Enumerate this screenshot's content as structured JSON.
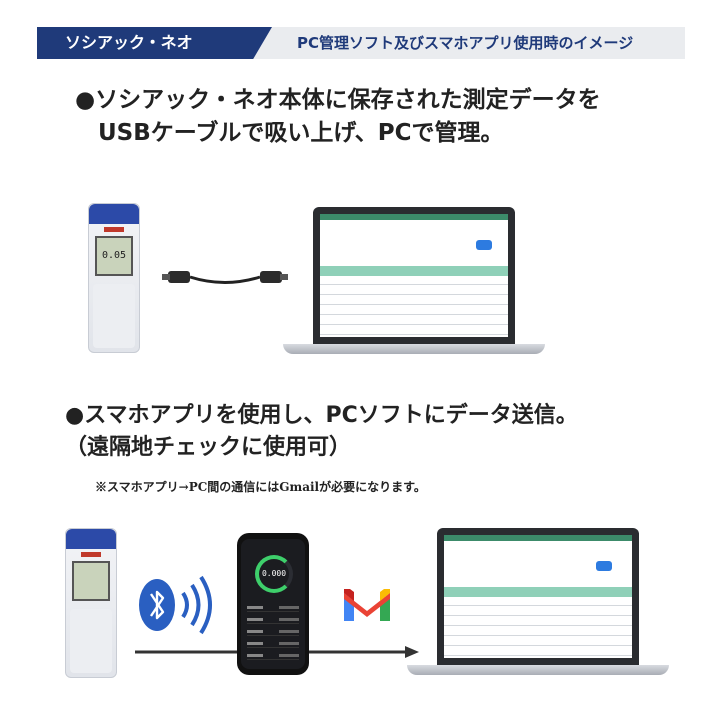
{
  "header": {
    "tag": "ソシアック・ネオ",
    "subtitle": "PC管理ソフト及びスマホアプリ使用時のイメージ"
  },
  "section1": {
    "line1": "●ソシアック・ネオ本体に保存された測定データを",
    "line2": "　USBケーブルで吸い上げ、PCで管理。"
  },
  "section2": {
    "line1": "●スマホアプリを使用し、PCソフトにデータ送信。",
    "line2": "（遠隔地チェックに使用可）",
    "note": "※スマホアプリ→PC間の通信にはGmailが必要になります。"
  },
  "device": {
    "display_value": "0.05"
  },
  "phone": {
    "gauge_value": "0.000"
  },
  "colors": {
    "header_tag": "#1f3a7a",
    "header_band": "#eaecef",
    "device_cap": "#2c4aa8",
    "table_head": "#8fd0b8",
    "bluetooth": "#2a5fc1"
  },
  "icons": [
    "usb-cable-icon",
    "bluetooth-icon",
    "wireless-signal-icon",
    "gmail-icon",
    "arrow-right-icon"
  ]
}
